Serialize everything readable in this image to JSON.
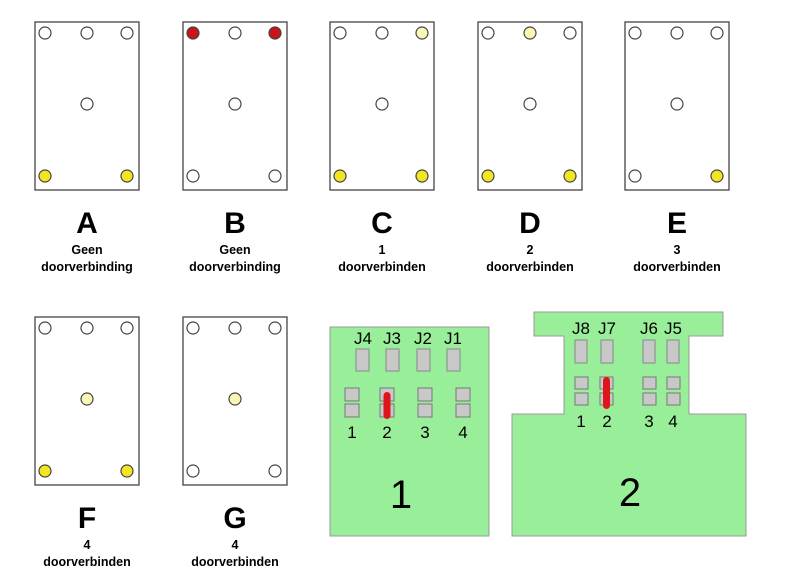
{
  "colors": {
    "yellow": "#f3e621",
    "pale_yellow": "#faf6b4",
    "red": "#c8151b",
    "white": "#ffffff",
    "board_green": "#99ee99"
  },
  "layouts": [
    {
      "letter": "A",
      "caption": [
        "Geen",
        "doorverbinding"
      ],
      "dots": {
        "tl": "white",
        "tc": "white",
        "tr": "white",
        "center": "white",
        "bl": "yellow",
        "br": "yellow"
      }
    },
    {
      "letter": "B",
      "caption": [
        "Geen",
        "doorverbinding"
      ],
      "dots": {
        "tl": "red",
        "tc": "white",
        "tr": "red",
        "center": "white",
        "bl": "white",
        "br": "white"
      }
    },
    {
      "letter": "C",
      "caption": [
        "1",
        "doorverbinden"
      ],
      "dots": {
        "tl": "white",
        "tc": "white",
        "tr": "pale_yellow",
        "center": "white",
        "bl": "yellow",
        "br": "yellow"
      }
    },
    {
      "letter": "D",
      "caption": [
        "2",
        "doorverbinden"
      ],
      "dots": {
        "tl": "white",
        "tc": "pale_yellow",
        "tr": "white",
        "center": "white",
        "bl": "yellow",
        "br": "yellow"
      }
    },
    {
      "letter": "E",
      "caption": [
        "3",
        "doorverbinden"
      ],
      "dots": {
        "tl": "white",
        "tc": "white",
        "tr": "white",
        "center": "white",
        "bl": "white",
        "br": "yellow"
      }
    },
    {
      "letter": "F",
      "caption": [
        "4",
        "doorverbinden"
      ],
      "dots": {
        "tl": "white",
        "tc": "white",
        "tr": "white",
        "center": "pale_yellow",
        "bl": "yellow",
        "br": "yellow"
      }
    },
    {
      "letter": "G",
      "caption": [
        "4",
        "doorverbinden"
      ],
      "dots": {
        "tl": "white",
        "tc": "white",
        "tr": "white",
        "center": "pale_yellow",
        "bl": "white",
        "br": "white"
      }
    }
  ],
  "boards": [
    {
      "number": "1",
      "jumpers": [
        "J4",
        "J3",
        "J2",
        "J1"
      ],
      "positions": [
        "1",
        "2",
        "3",
        "4"
      ],
      "bridged_position": "2"
    },
    {
      "number": "2",
      "jumpers": [
        "J8",
        "J7",
        "J6",
        "J5"
      ],
      "positions": [
        "1",
        "2",
        "3",
        "4"
      ],
      "bridged_position": "2"
    }
  ]
}
